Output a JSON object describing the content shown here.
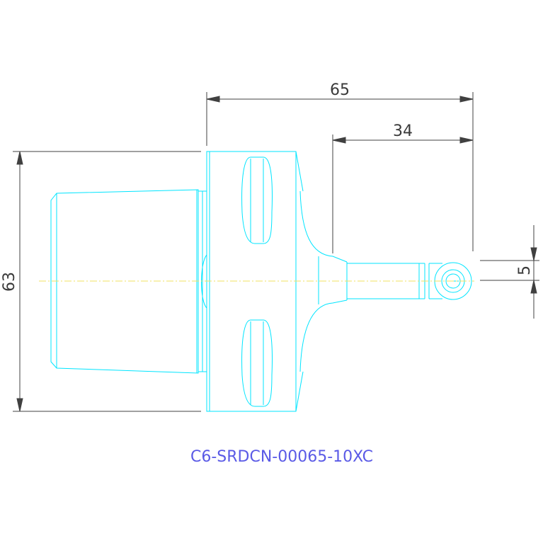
{
  "drawing": {
    "part_number": "C6-SRDCN-00065-10XC",
    "dimensions": {
      "overall_length": "65",
      "shank_to_tip": "34",
      "height": "63",
      "tip_width": "5"
    },
    "colors": {
      "outline": "#00e5ff",
      "dimension": "#404040",
      "centerline": "#f0e060",
      "part_number": "#5a5ae6"
    }
  }
}
